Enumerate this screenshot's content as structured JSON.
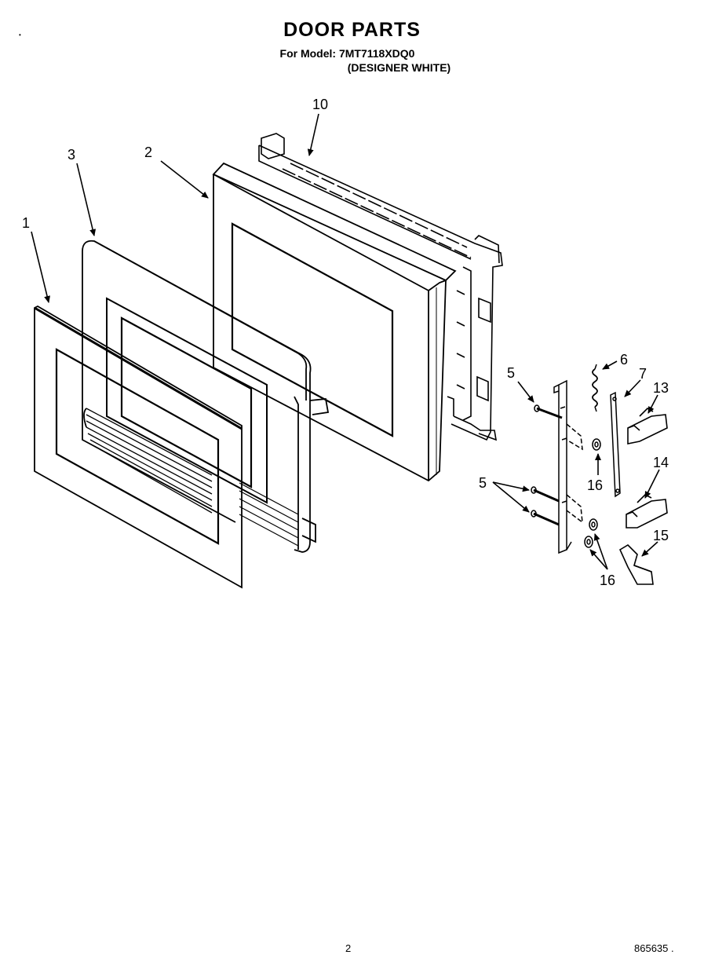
{
  "header": {
    "title": "DOOR PARTS",
    "model_line": "For Model: 7MT7118XDQ0",
    "variant_line": "(DESIGNER WHITE)"
  },
  "callouts": {
    "c1": "1",
    "c2": "2",
    "c3": "3",
    "c5a": "5",
    "c5b": "5",
    "c6": "6",
    "c7": "7",
    "c10": "10",
    "c13": "13",
    "c14": "14",
    "c15": "15",
    "c16a": "16",
    "c16b": "16"
  },
  "footer": {
    "page_number": "2",
    "doc_code": "865635 ."
  }
}
